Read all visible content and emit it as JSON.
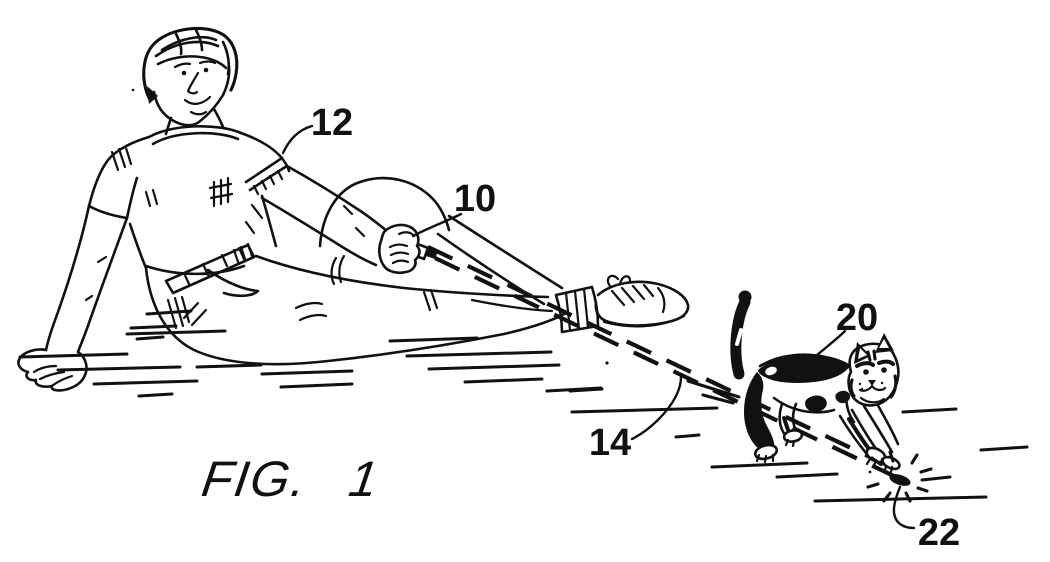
{
  "figure": {
    "caption": "FIG. 1",
    "ink_color": "#111111",
    "paper_color": "#ffffff",
    "reference_numerals": [
      {
        "value": "10",
        "refers_to": "laser-pointer-device"
      },
      {
        "value": "12",
        "refers_to": "person"
      },
      {
        "value": "14",
        "refers_to": "laser-beam"
      },
      {
        "value": "20",
        "refers_to": "cat"
      },
      {
        "value": "22",
        "refers_to": "light-spot"
      }
    ]
  }
}
